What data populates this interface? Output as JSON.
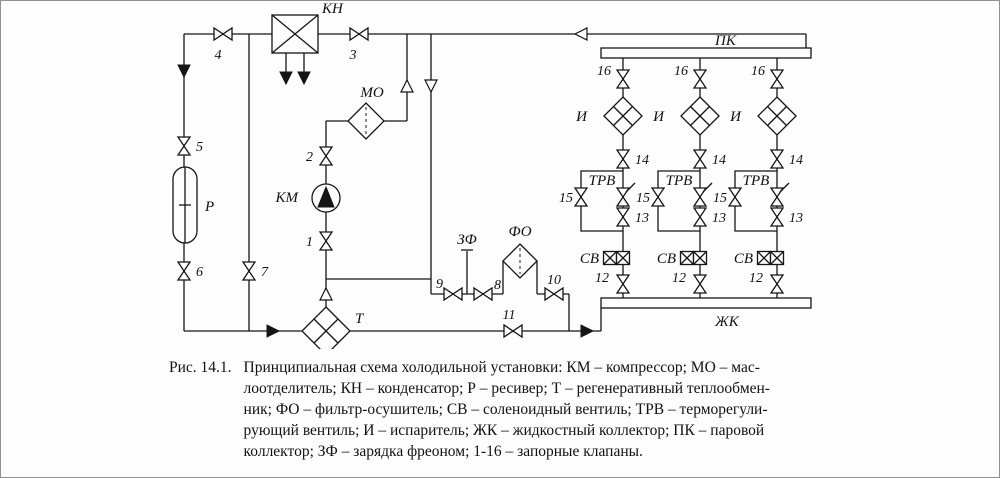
{
  "diagram": {
    "labels": {
      "kn": "КН",
      "mo": "МО",
      "km": "КМ",
      "r": "Р",
      "t": "Т",
      "zf": "ЗФ",
      "fo": "ФО",
      "pk": "ПК",
      "zhk": "ЖК",
      "i": "И",
      "trv": "ТРВ",
      "sv": "СВ"
    },
    "valves": {
      "v1": "1",
      "v2": "2",
      "v3": "3",
      "v4": "4",
      "v5": "5",
      "v6": "6",
      "v7": "7",
      "v8": "8",
      "v9": "9",
      "v10": "10",
      "v11": "11",
      "v12": "12",
      "v13": "13",
      "v14": "14",
      "v15": "15",
      "v16": "16"
    }
  },
  "figure": {
    "caption_label": "Рис. 14.1.",
    "caption_lines": [
      "Принципиальная схема холодильной установки: КМ – компрессор; МО – мас-",
      "лоотделитель; КН – конденсатор; Р – ресивер; Т – регенеративный теплообмен-",
      "ник; ФО – фильтр-осушитель; СВ – соленоидный вентиль; ТРВ – терморегули-",
      "рующий вентиль; И – испаритель; ЖК – жидкостный коллектор; ПК – паровой",
      "коллектор; ЗФ – зарядка фреоном; 1-16 – запорные клапаны."
    ]
  }
}
